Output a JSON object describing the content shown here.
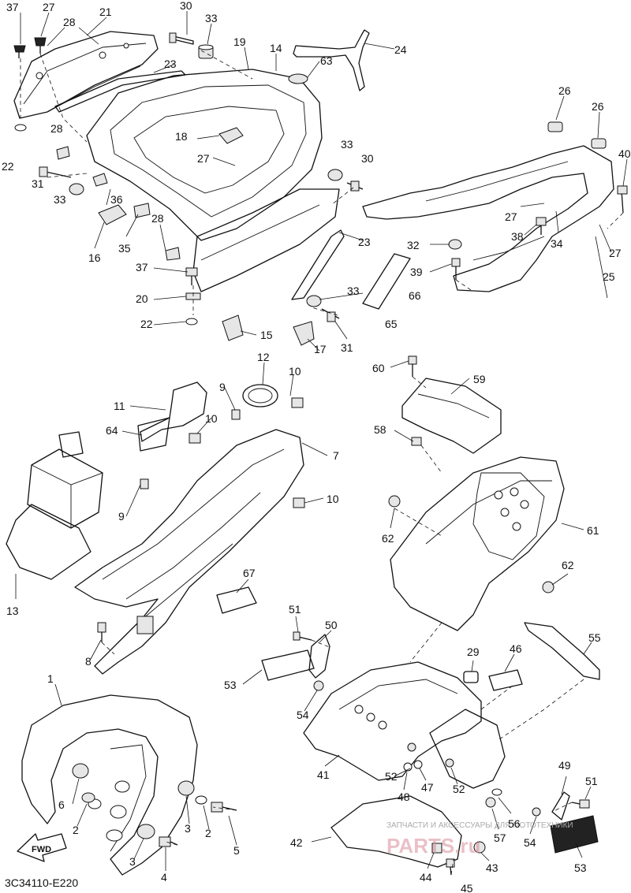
{
  "diagram_code": "3C34110-E220",
  "fwd_label": "FWD",
  "watermark_line": "ЗАПЧАСТИ И АКСЕССУАРЫ ДЛЯ МОТОТЕХНИКИ",
  "watermark_site": "PARTS.ru",
  "callouts": [
    "37",
    "27",
    "28",
    "21",
    "30",
    "33",
    "19",
    "14",
    "63",
    "24",
    "22",
    "28",
    "23",
    "18",
    "27",
    "33",
    "30",
    "26",
    "26",
    "40",
    "31",
    "33",
    "36",
    "16",
    "35",
    "28",
    "37",
    "20",
    "22",
    "15",
    "17",
    "31",
    "33",
    "23",
    "32",
    "39",
    "66",
    "65",
    "27",
    "38",
    "34",
    "27",
    "25",
    "12",
    "10",
    "9",
    "11",
    "64",
    "10",
    "7",
    "9",
    "10",
    "13",
    "67",
    "8",
    "60",
    "59",
    "58",
    "62",
    "61",
    "62",
    "1",
    "6",
    "2",
    "3",
    "2",
    "5",
    "3",
    "4",
    "51",
    "50",
    "53",
    "54",
    "29",
    "46",
    "55",
    "41",
    "52",
    "48",
    "47",
    "52",
    "42",
    "44",
    "45",
    "43",
    "57",
    "56",
    "54",
    "49",
    "51",
    "53"
  ]
}
